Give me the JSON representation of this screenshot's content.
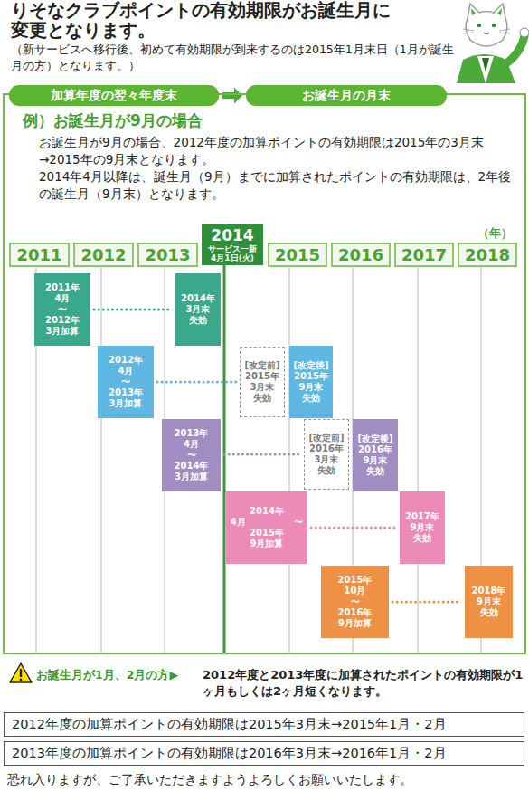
{
  "diagram": {
    "title": "りそなクラブポイントの有効期限がお誕生月に変更となります。",
    "nodes": [
      {
        "text": [
          "加算年度の翌々年度末"
        ]
      },
      {
        "text": [
          "お誕生月の月末"
        ]
      },
      {
        "text": [
          "例）お誕生月が9月の場合",
          "お誕生月が9月の場合、2012年度の加算ポイントの有効期限は2015年の3月末→2015年の9月末となります。",
          "2014年4月以降は、誕生月（9月）までに加算されたポイントの有効期限は、2年後の誕生月（9月末）となります。"
        ]
      },
      {
        "text": [
          "2011"
        ],
        "in": 2
      },
      {
        "text": [
          "2012"
        ],
        "in": 2
      },
      {
        "text": [
          "2013"
        ],
        "in": 2
      },
      {
        "text": [
          "2014",
          "サービス一新 4月1日(火)"
        ],
        "in": 2
      },
      {
        "text": [
          "2015"
        ],
        "in": 2
      },
      {
        "text": [
          "2016"
        ],
        "in": 2
      },
      {
        "text": [
          "2017"
        ],
        "in": 2
      },
      {
        "text": [
          "2018"
        ],
        "in": 2
      },
      {
        "text": [
          "2011年 4月 〜 2012年 3月加算"
        ],
        "in": 2
      },
      {
        "text": [
          "2014年 3月末 失効"
        ],
        "in": 2
      },
      {
        "text": [
          "2012年 4月 〜 2013年 3月加算"
        ],
        "in": 2
      },
      {
        "text": [
          "[改定前] 2015年 3月末 失効"
        ],
        "in": 2
      },
      {
        "text": [
          "[改定後] 2015年 9月末 失効"
        ],
        "in": 2
      },
      {
        "text": [
          "2013年 4月 〜 2014年 3月加算"
        ],
        "in": 2
      },
      {
        "text": [
          "[改定前] 2016年 3月末 失効"
        ],
        "in": 2
      },
      {
        "text": [
          "[改定後] 2016年 9月末 失効"
        ],
        "in": 2
      },
      {
        "text": [
          "2014年 4月 〜 2015年 9月加算"
        ],
        "in": 2
      },
      {
        "text": [
          "2017年 9月末 失効"
        ],
        "in": 2
      },
      {
        "text": [
          "2015年 10月 〜 2016年 9月加算"
        ],
        "in": 2
      },
      {
        "text": [
          "2018年 9月末 失効"
        ],
        "in": 2
      },
      {
        "text": [
          "2012年度の加算ポイントの有効期限は2015年3月末→2015年1月・2月"
        ]
      },
      {
        "text": [
          "2013年度の加算ポイントの有効期限は2016年3月末→2016年1月・2月"
        ]
      }
    ],
    "edges": [
      {
        "from": 0,
        "to": 1,
        "arrow": "to"
      },
      {
        "from": 11,
        "to": 12,
        "arrow": "none"
      },
      {
        "from": 13,
        "to": 14,
        "arrow": "none"
      },
      {
        "from": 16,
        "to": 17,
        "arrow": "none"
      },
      {
        "from": 19,
        "to": 20,
        "arrow": "none"
      },
      {
        "from": 21,
        "to": 22,
        "arrow": "none"
      }
    ],
    "labels": [
      "（新サービスへ移行後、初めて有効期限が到来するのは2015年1月末日（1月が誕生月の方）となります。）",
      "（年）",
      "お誕生月が1月、2月の方▶",
      "2012年度と2013年度に加算されたポイントの有効期限が1ヶ月もしくは2ヶ月短くなります。",
      "恐れ入りますが、ご了承いただきますようよろしくお願いいたします。"
    ]
  }
}
